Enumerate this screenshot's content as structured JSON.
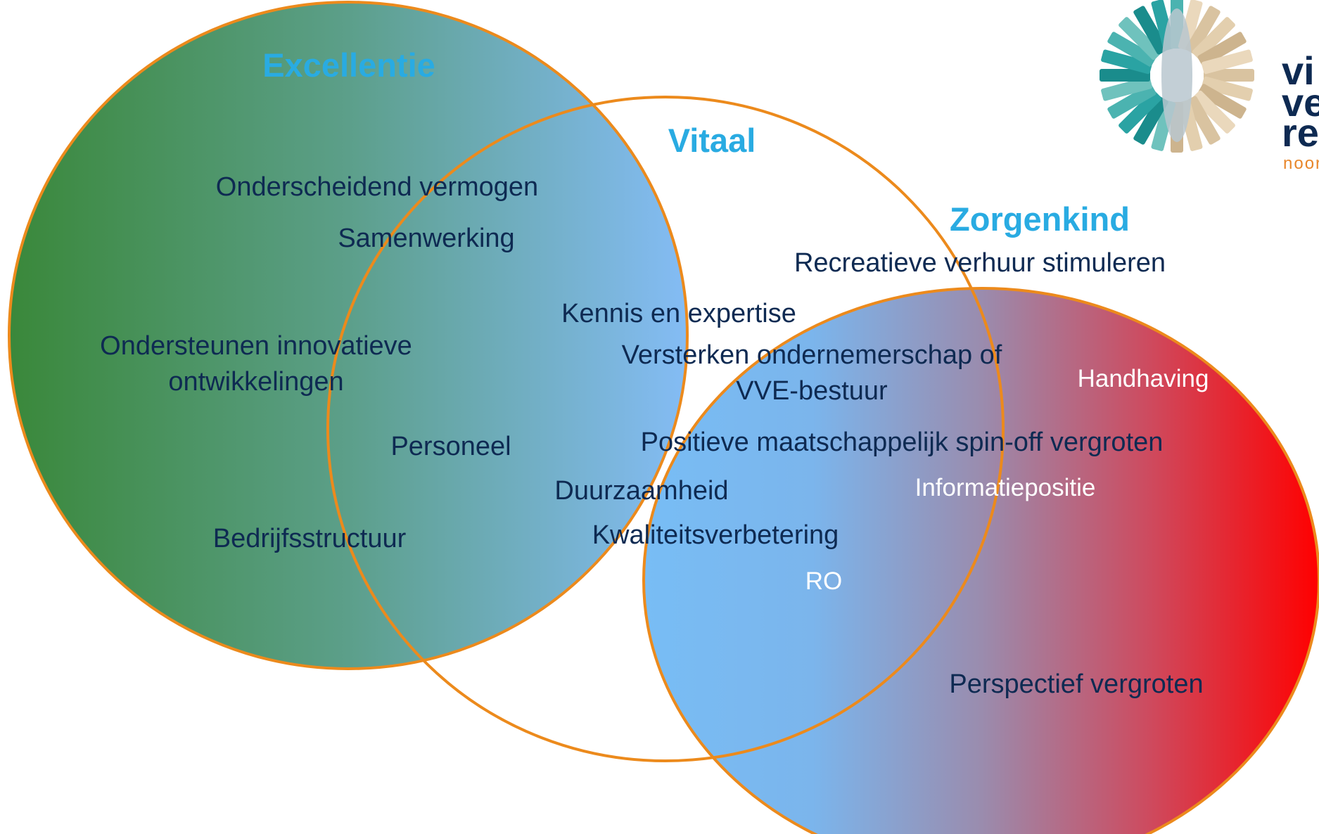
{
  "colors": {
    "outline": "#EC8A1C",
    "title": "#29ABE2",
    "item_text": "#0E2A52",
    "item_text_light": "#FFFFFF",
    "excellentie_gradient": [
      "#3A883A",
      "#5C9F8A",
      "#84BCF5"
    ],
    "zorgenkind_gradient": [
      "#78BDF5",
      "#9A8CAE",
      "#FF0000"
    ],
    "logo_text": "#0E2A52",
    "logo_subtext": "#E8862A"
  },
  "titles": {
    "excellentie": "Excellentie",
    "vitaal": "Vitaal",
    "zorgenkind": "Zorgenkind"
  },
  "items": {
    "onderscheidend": "Onderscheidend vermogen",
    "samenwerking": "Samenwerking",
    "ondersteunen_1": "Ondersteunen innovatieve",
    "ondersteunen_2": "ontwikkelingen",
    "personeel": "Personeel",
    "bedrijfsstructuur": "Bedrijfsstructuur",
    "kennis": "Kennis en expertise",
    "versterken_1": "Versterken ondernemerschap of",
    "versterken_2": "VVE-bestuur",
    "positieve": "Positieve maatschappelijk spin-off vergroten",
    "duurzaamheid": "Duurzaamheid",
    "kwaliteit": "Kwaliteitsverbetering",
    "ro": "RO",
    "recreatieve": "Recreatieve verhuur stimuleren",
    "handhaving": "Handhaving",
    "informatiepositie": "Informatiepositie",
    "perspectief": "Perspectief vergroten"
  },
  "logo": {
    "icon": "sunburst-logo-icon",
    "line1": "vi",
    "line2": "ve",
    "line3": "re",
    "subtext": "noor"
  }
}
